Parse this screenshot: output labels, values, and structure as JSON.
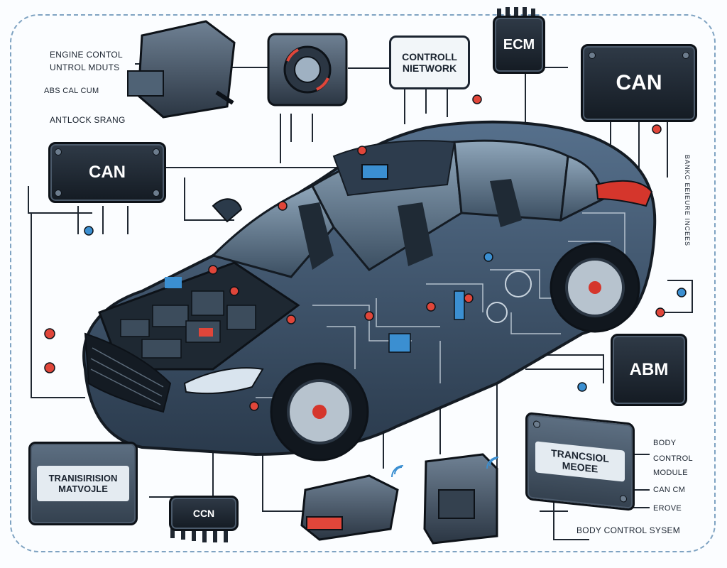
{
  "labels": {
    "engine_control": "ENGINE CONTOL",
    "control_mduts": "UNTROL MDUTS",
    "abs_cal_cum": "ABS CAL CUM",
    "antilock": "ANTLOCK SRANG",
    "body_control_module_1": "BODY",
    "body_control_module_2": "CONTROL",
    "body_control_module_3": "MODULE",
    "can_cm": "CAN CM",
    "erove": "EROVE",
    "body_control_system": "BODY CONTROL SYSEM",
    "rear_vertical": "BANKC EEIEURE INCEES"
  },
  "modules": {
    "can_left": "CAN",
    "can_right": "CAN",
    "ecm": "ECM",
    "control_network": "CONTROLL NIETWORK",
    "abm": "ABM",
    "trans_module": "TRANCSIOL MEOEE",
    "transmission_module": "TRANISIRISION MATVOJLE",
    "ccn": "CCN"
  },
  "colors": {
    "car_body": "#3a4e63",
    "module_dark": "#1b232c",
    "accent_red": "#e0463a",
    "accent_blue": "#2f8fd6",
    "wire": "#222a33"
  },
  "icons": [
    "car-illustration",
    "connector-icon",
    "wifi-icon",
    "chip-icon"
  ]
}
